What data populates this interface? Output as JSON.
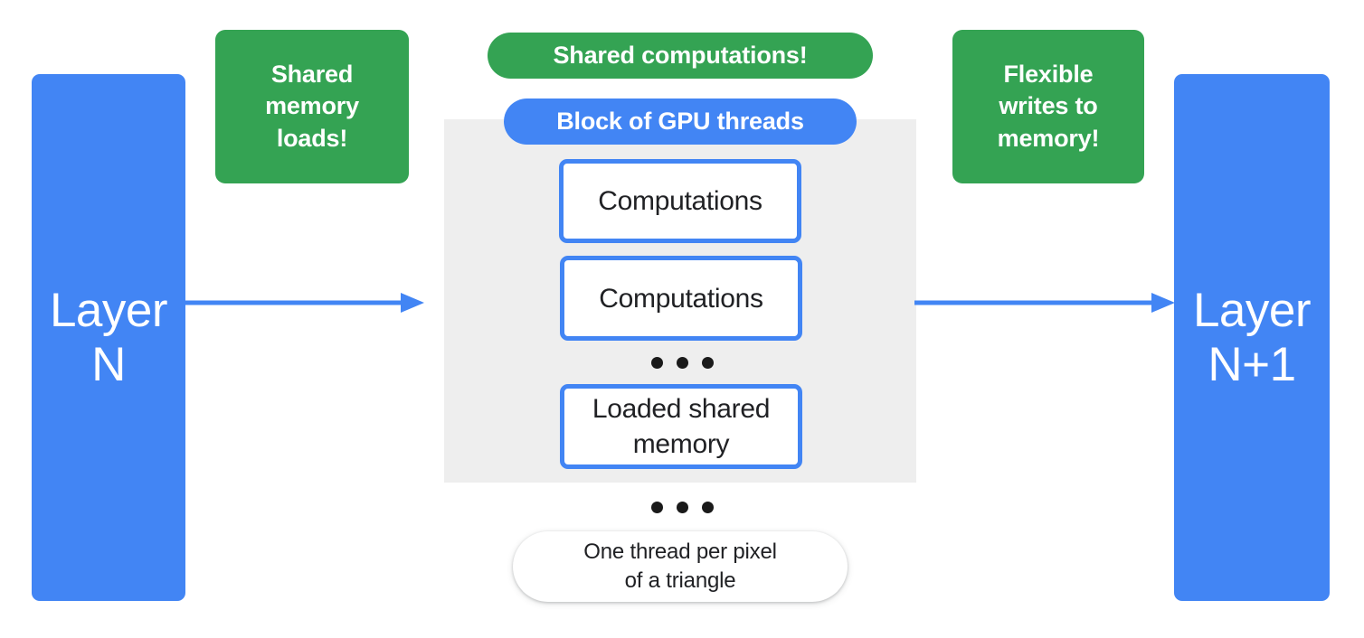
{
  "diagram": {
    "title": "GPU thread block shared memory dataflow",
    "colors": {
      "blue": "#4285f4",
      "green": "#34a353",
      "gray_block": "#eeeeee",
      "text_dark": "#202124",
      "white": "#ffffff"
    },
    "layers": {
      "input": {
        "label": "Layer\nN"
      },
      "output": {
        "label": "Layer\nN+1"
      }
    },
    "callouts": {
      "left": {
        "label": "Shared\nmemory\nloads!"
      },
      "right": {
        "label": "Flexible\nwrites to\nmemory!"
      }
    },
    "pills": {
      "shared_computations": {
        "label": "Shared computations!"
      },
      "block_of_gpu_threads": {
        "label": "Block of GPU threads"
      },
      "one_thread": {
        "label": "One thread per pixel\nof a triangle"
      }
    },
    "thread_boxes": [
      {
        "label": "Computations"
      },
      {
        "label": "Computations"
      },
      {
        "label": "Loaded shared\nmemory"
      }
    ],
    "ellipses": [
      {
        "name": "inner-ellipsis",
        "dots": 3
      },
      {
        "name": "outer-ellipsis",
        "dots": 3
      }
    ],
    "arrows": [
      {
        "name": "layer-n-to-block",
        "direction": "right"
      },
      {
        "name": "block-to-layer-n1",
        "direction": "right"
      }
    ]
  }
}
